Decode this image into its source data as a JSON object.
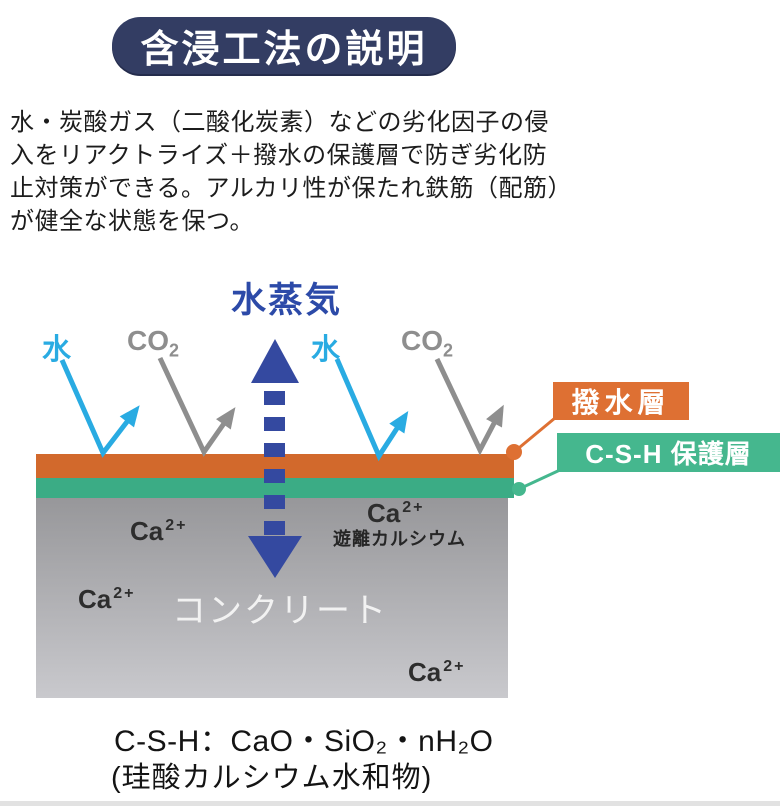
{
  "title": {
    "text": "含浸工法の説明"
  },
  "description": {
    "lines": [
      "水・炭酸ガス（二酸化炭素）などの劣化因子の侵",
      "入をリアクトライズ＋撥水の保護層で防ぎ劣化防",
      "止対策ができる。アルカリ性が保たれ鉄筋（配筋）",
      "が健全な状態を保つ。"
    ]
  },
  "diagram": {
    "vapor_label": "水蒸気",
    "water_label": "水",
    "co2_label": {
      "base": "CO",
      "sub": "2"
    },
    "ca_ion": {
      "base": "Ca",
      "sup": "2+"
    },
    "free_calcium_label": "遊離カルシウム",
    "concrete_label": "コンクリート",
    "callouts": {
      "repellent_layer": "撥水層",
      "csh_layer": "C-S-H 保護層"
    }
  },
  "formula": {
    "line1": "C-S-H：CaO・SiO₂・nH₂O",
    "line2": "(珪酸カルシウム水和物)"
  },
  "colors": {
    "banner_navy": "#333d63",
    "vapor_text_blue": "#2c4aa8",
    "vapor_arrow_blue": "#3449a0",
    "water_cyan": "#29abe2",
    "co2_gray": "#8e8e8e",
    "repellent_orange": "#d2692c",
    "repellent_label_orange": "#de7033",
    "csh_green": "#3bac85",
    "csh_label_green": "#45b78e",
    "concrete_gray_top": "#97979a",
    "concrete_gray_bottom": "#c9c9cd"
  }
}
